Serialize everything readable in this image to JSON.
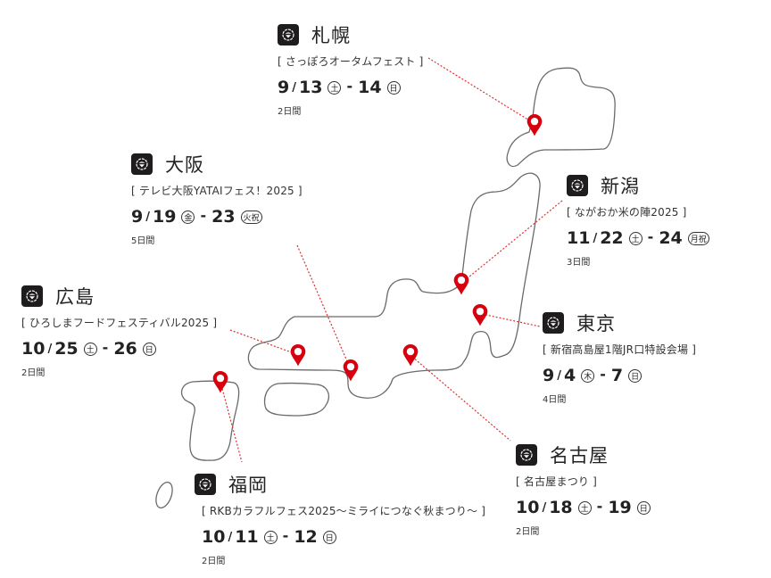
{
  "colors": {
    "pin": "#d7000f",
    "leader_line": "#e03030",
    "map_outline": "#6a6a6a",
    "logo_bg": "#1e1c1c",
    "text": "#222222"
  },
  "map": {
    "icon": "map-pin-icon",
    "venues": [
      {
        "id": "sapporo",
        "city": "札幌",
        "event": "[ さっぽろオータムフェスト ]",
        "start_month": "9",
        "start_day": "13",
        "start_dow": "土",
        "end_day": "14",
        "end_dow": "日",
        "separator": "/",
        "dash": "-",
        "duration": "2日間"
      },
      {
        "id": "osaka",
        "city": "大阪",
        "event": "[ テレビ大阪YATAIフェス！2025 ]",
        "start_month": "9",
        "start_day": "19",
        "start_dow": "金",
        "end_day": "23",
        "end_dow": "火祝",
        "separator": "/",
        "dash": "-",
        "duration": "5日間"
      },
      {
        "id": "niigata",
        "city": "新潟",
        "event": "[ ながおか米の陣2025 ]",
        "start_month": "11",
        "start_day": "22",
        "start_dow": "土",
        "end_day": "24",
        "end_dow": "月祝",
        "separator": "/",
        "dash": "-",
        "duration": "3日間"
      },
      {
        "id": "hiroshima",
        "city": "広島",
        "event": "[ ひろしまフードフェスティバル2025 ]",
        "start_month": "10",
        "start_day": "25",
        "start_dow": "土",
        "end_day": "26",
        "end_dow": "日",
        "separator": "/",
        "dash": "-",
        "duration": "2日間"
      },
      {
        "id": "tokyo",
        "city": "東京",
        "event": "[ 新宿高島屋1階JR口特設会場 ]",
        "start_month": "9",
        "start_day": "4",
        "start_dow": "木",
        "end_day": "7",
        "end_dow": "日",
        "separator": "/",
        "dash": "-",
        "duration": "4日間"
      },
      {
        "id": "nagoya",
        "city": "名古屋",
        "event": "[ 名古屋まつり ]",
        "start_month": "10",
        "start_day": "18",
        "start_dow": "土",
        "end_day": "19",
        "end_dow": "日",
        "separator": "/",
        "dash": "-",
        "duration": "2日間"
      },
      {
        "id": "fukuoka",
        "city": "福岡",
        "event": "[ RKBカラフルフェス2025～ミライにつなぐ秋まつり～ ]",
        "start_month": "10",
        "start_day": "11",
        "start_dow": "土",
        "end_day": "12",
        "end_dow": "日",
        "separator": "/",
        "dash": "-",
        "duration": "2日間"
      }
    ]
  }
}
